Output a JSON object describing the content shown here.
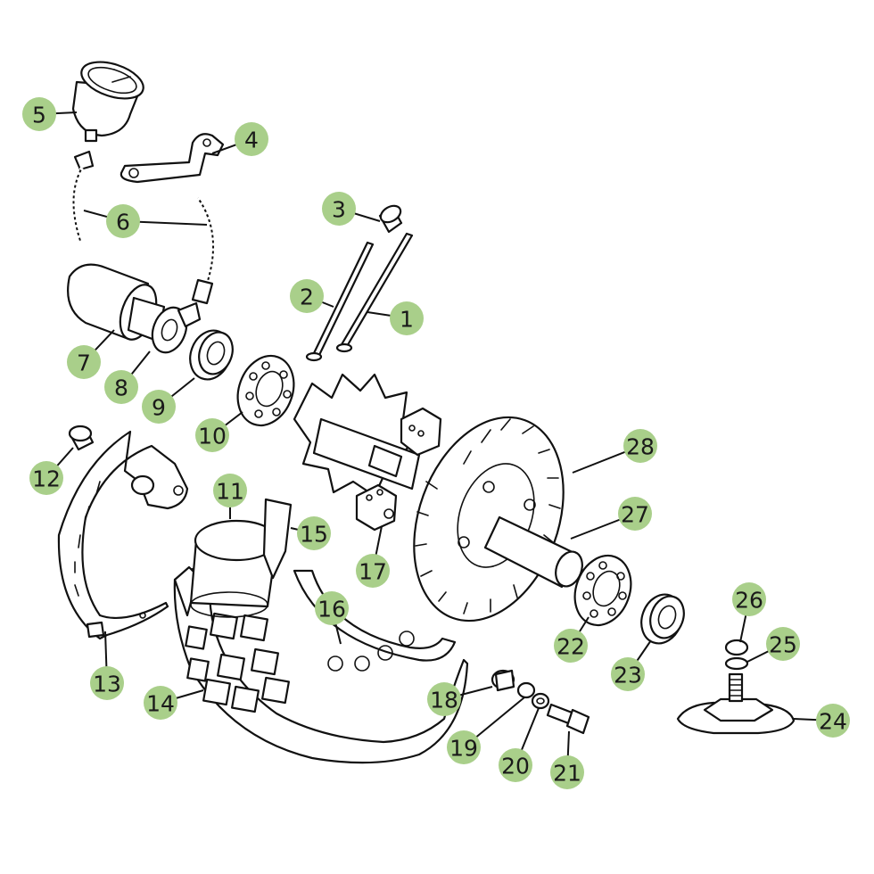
{
  "callout_color": "#a9cf8a",
  "callouts": [
    {
      "id": "1",
      "label": "1"
    },
    {
      "id": "2",
      "label": "2"
    },
    {
      "id": "3",
      "label": "3"
    },
    {
      "id": "4",
      "label": "4"
    },
    {
      "id": "5",
      "label": "5"
    },
    {
      "id": "6",
      "label": "6"
    },
    {
      "id": "7",
      "label": "7"
    },
    {
      "id": "8",
      "label": "8"
    },
    {
      "id": "9",
      "label": "9"
    },
    {
      "id": "10",
      "label": "10"
    },
    {
      "id": "11",
      "label": "11"
    },
    {
      "id": "12",
      "label": "12"
    },
    {
      "id": "13",
      "label": "13"
    },
    {
      "id": "14",
      "label": "14"
    },
    {
      "id": "15",
      "label": "15"
    },
    {
      "id": "16",
      "label": "16"
    },
    {
      "id": "17",
      "label": "17"
    },
    {
      "id": "18",
      "label": "18"
    },
    {
      "id": "19",
      "label": "19"
    },
    {
      "id": "20",
      "label": "20"
    },
    {
      "id": "21",
      "label": "21"
    },
    {
      "id": "22",
      "label": "22"
    },
    {
      "id": "23",
      "label": "23"
    },
    {
      "id": "24",
      "label": "24"
    },
    {
      "id": "25",
      "label": "25"
    },
    {
      "id": "26",
      "label": "26"
    },
    {
      "id": "27",
      "label": "27"
    },
    {
      "id": "28",
      "label": "28"
    }
  ]
}
